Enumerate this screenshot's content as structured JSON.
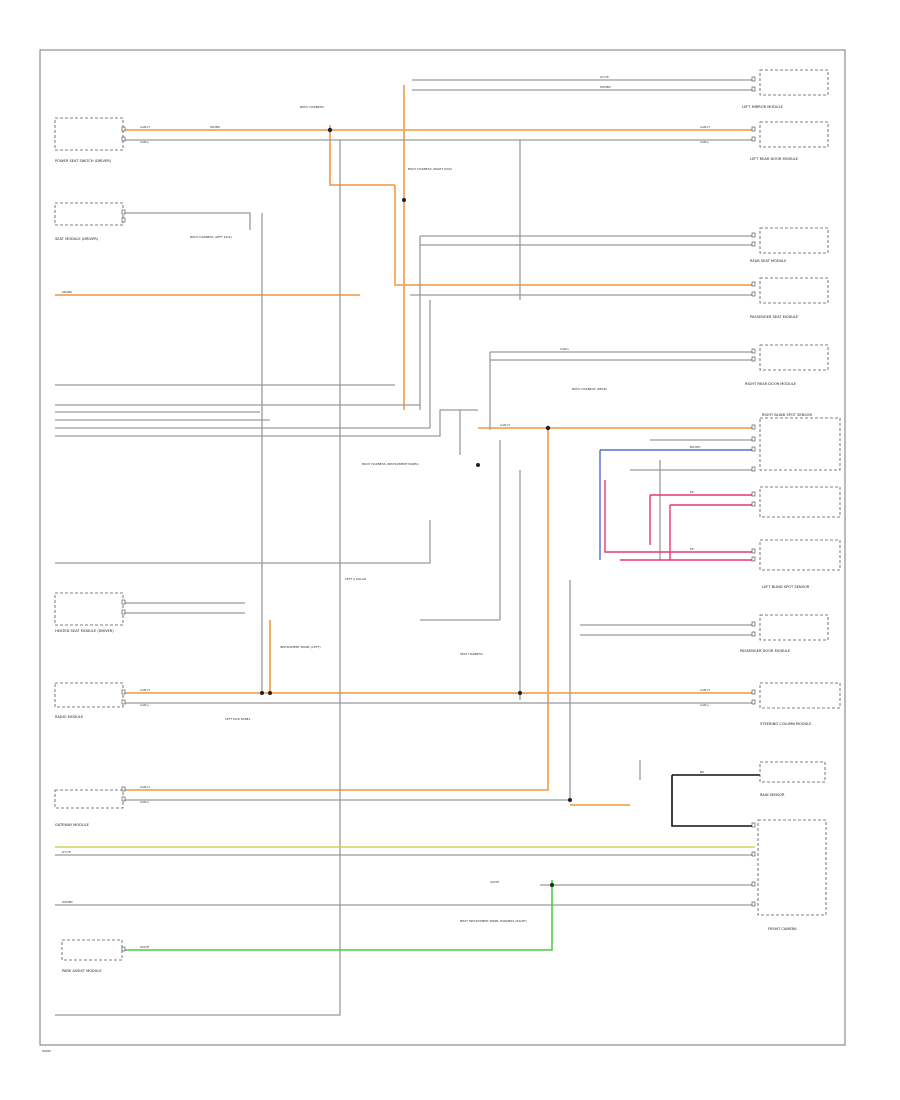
{
  "page": {
    "footer_code": "WWW"
  },
  "components": {
    "pwr_seat_switch_driver": "POWER SEAT SWITCH (DRIVER)",
    "seat_module_driver": "SEAT MODULE (DRIVER)",
    "heated_seat_module": "HEATED SEAT MODULE (DRIVER)",
    "left_mirror_module": "LEFT MIRROR MODULE",
    "left_rear_door_module": "LEFT REAR DOOR MODULE",
    "rear_seat_module": "REAR SEAT MODULE",
    "right_rear_door_module": "RIGHT REAR DOOR MODULE",
    "right_blind_spot_sensor": "RIGHT BLIND SPOT SENSOR",
    "left_blind_spot_sensor": "LEFT BLIND SPOT SENSOR",
    "passenger_door_module": "PASSENGER DOOR MODULE",
    "steering_column_module": "STEERING COLUMN MODULE",
    "parktronic_module": "PARK ASSIST MODULE",
    "rain_sensor": "RAIN SENSOR",
    "front_camera": "FRONT CAMERA",
    "radio_module": "RADIO MODULE",
    "passenger_seat_module": "PASSENGER SEAT MODULE",
    "gateway_module": "GATEWAY MODULE"
  },
  "splices": {
    "s1": "BODY HARNESS",
    "s2": "BODY HARNESS (LEFT KICK)",
    "s3": "BODY HARNESS (RIGHT KICK)",
    "s4": "BODY HARNESS (INSTRUMENT PANEL)",
    "s5": "BODY HARNESS (REAR)",
    "s6": "LEFT A PILLAR",
    "s7": "INSTRUMENT PANEL (LEFT)",
    "s8": "LEFT KICK PANEL",
    "s9": "SEAT HARNESS",
    "s10": "NEXT INSTRUMENT PANEL HARNESS (RIGHT)"
  },
  "wire_codes": {
    "canh": "CAN-H",
    "canl": "CAN-L",
    "orn": "OR/BN",
    "gy": "GY/YE",
    "wh": "WH/BN",
    "bk": "BK",
    "pk": "PK",
    "bu": "BU/WH",
    "gn": "GN/YE"
  }
}
